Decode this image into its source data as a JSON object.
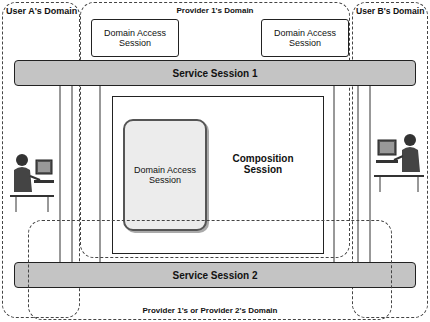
{
  "diagram": {
    "nodes": [
      {
        "text": [
          "User A's Domain"
        ]
      },
      {
        "text": [
          "Provider 1's Domain"
        ]
      },
      {
        "text": [
          "User B's Domain"
        ]
      },
      {
        "text": [
          "Domain Access Session"
        ],
        "in": 1
      },
      {
        "text": [
          "Domain Access Session"
        ],
        "in": 1
      },
      {
        "text": [
          "Service Session 1"
        ]
      },
      {
        "text": [
          "Composition Session"
        ]
      },
      {
        "text": [
          "Domain Access Session"
        ],
        "in": 6
      },
      {
        "text": [
          "Service Session 2"
        ]
      },
      {
        "text": [
          "Provider 1's or Provider 2's Domain"
        ]
      }
    ]
  }
}
